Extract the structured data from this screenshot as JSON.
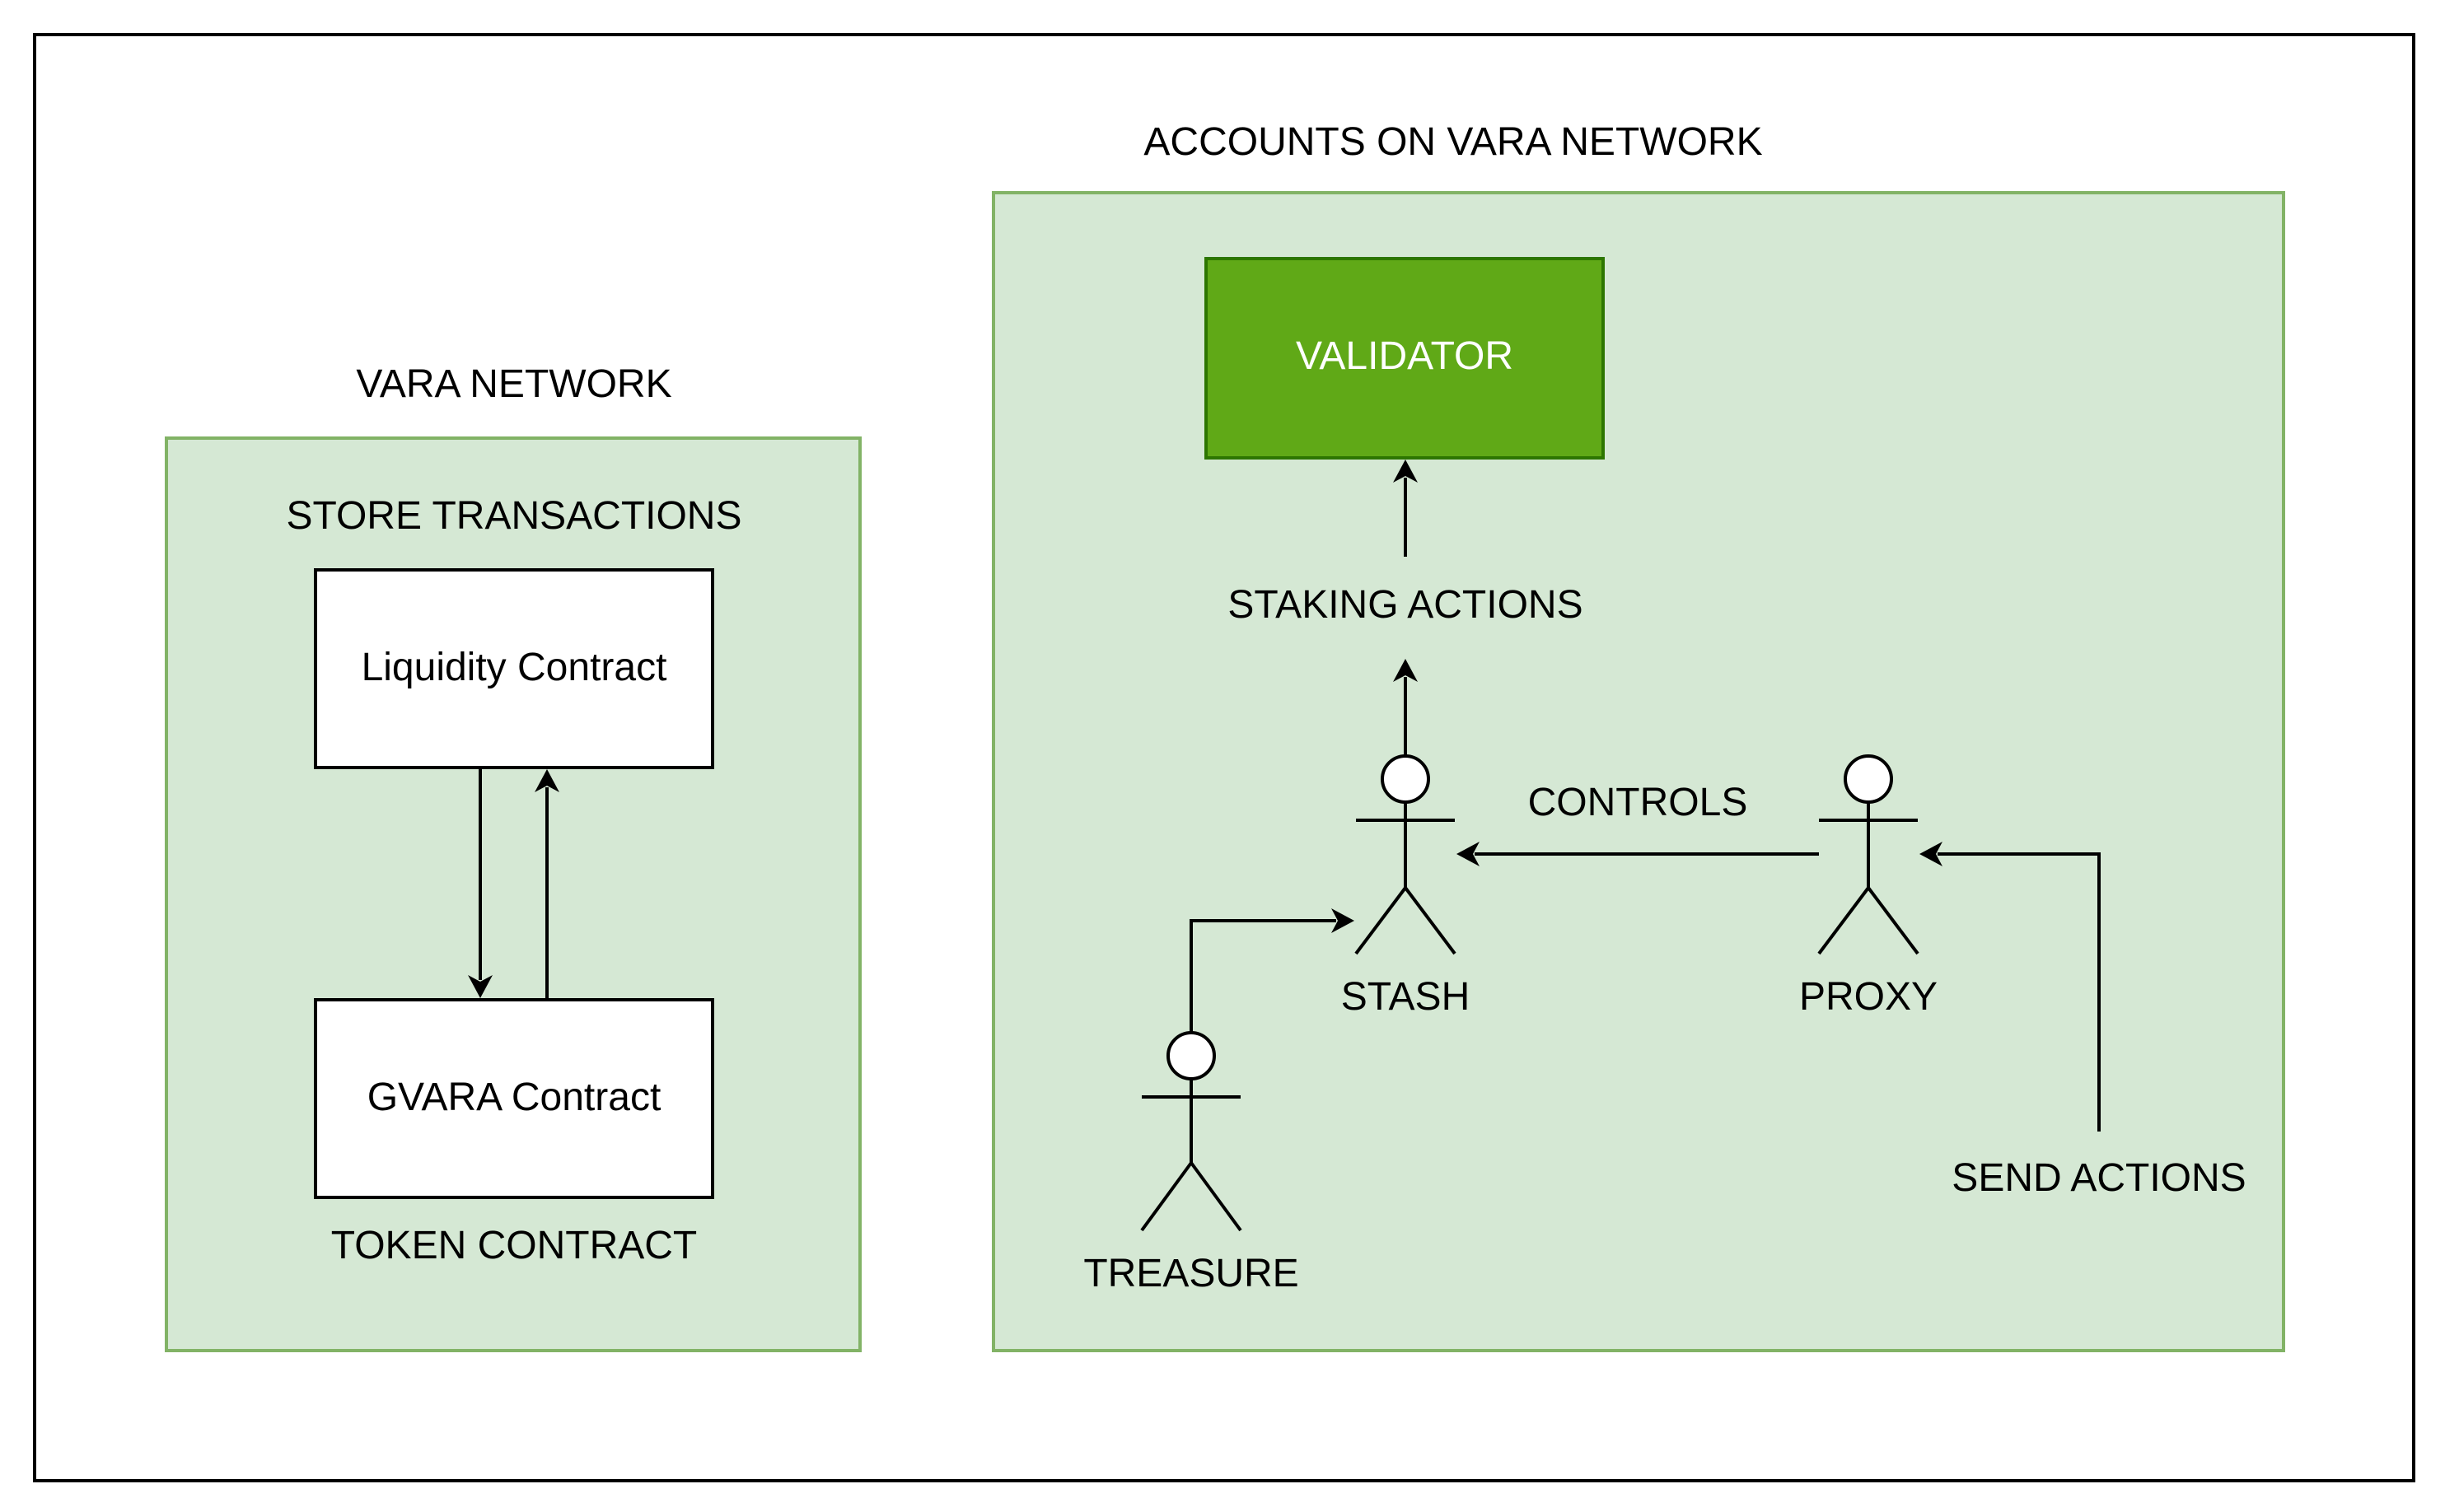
{
  "colors": {
    "panel_fill": "#d5e8d4",
    "panel_stroke": "#82b366",
    "validator_fill": "#60a917",
    "validator_stroke": "#2d7600",
    "box_fill": "#ffffff",
    "line": "#000000"
  },
  "left_panel": {
    "title": "VARA NETWORK",
    "upper_caption": "STORE TRANSACTIONS",
    "lower_caption": "TOKEN CONTRACT",
    "liquidity_box": "Liquidity Contract",
    "gvara_box": "GVARA Contract"
  },
  "right_panel": {
    "title": "ACCOUNTS ON VARA NETWORK",
    "validator": "VALIDATOR",
    "staking_label": "STAKING ACTIONS",
    "controls_label": "CONTROLS",
    "send_label": "SEND ACTIONS",
    "actors": {
      "stash": "STASH",
      "proxy": "PROXY",
      "treasure": "TREASURE"
    }
  }
}
